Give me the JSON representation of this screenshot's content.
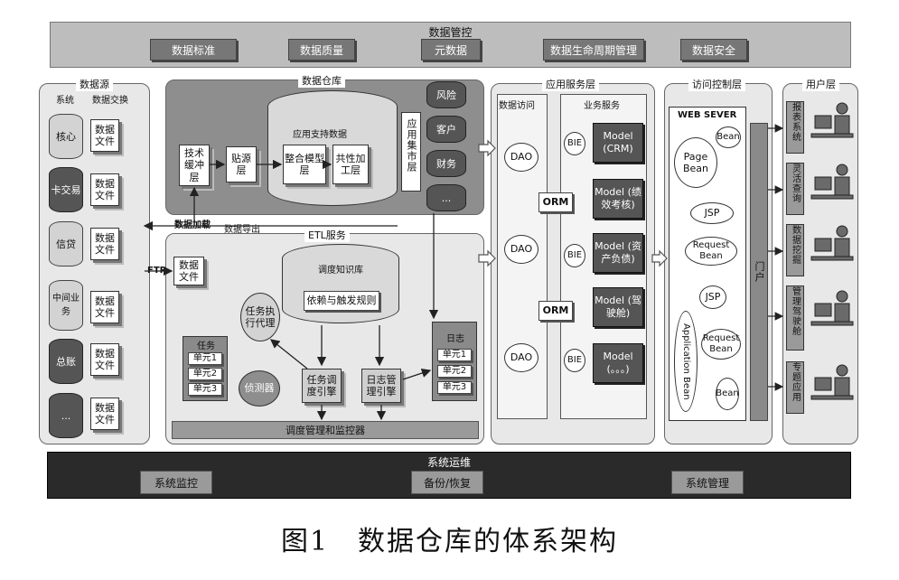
{
  "top_band": {
    "title": "数据管控",
    "items": [
      "数据标准",
      "数据质量",
      "元数据",
      "数据生命周期管理",
      "数据安全"
    ]
  },
  "source_layer": {
    "title": "数据源",
    "col_system": "系统",
    "col_exchange": "数据交换",
    "systems": [
      "核心",
      "卡交易",
      "信贷",
      "中间业务",
      "总账",
      "..."
    ],
    "file_label": "数据文件",
    "ftp": "FTP"
  },
  "warehouse": {
    "title": "数据仓库",
    "buffer": "技术缓冲层",
    "source_layer": "贴源层",
    "app_support": "应用支持数据",
    "integration": "整合模型层",
    "common_proc": "共性加工层",
    "mart_label": "应用集市层",
    "marts": [
      "风险",
      "客户",
      "财务",
      "..."
    ],
    "load_label": "数据加载",
    "export_label": "数据导出"
  },
  "etl": {
    "title": "ETL服务",
    "knowledge_base": "调度知识库",
    "rules": "依赖与触发规则",
    "data_file": "数据文件",
    "task_agent": "任务执行代理",
    "task": {
      "title": "任务",
      "units": [
        "单元1",
        "单元2",
        "单元3"
      ]
    },
    "log": {
      "title": "日志",
      "units": [
        "单元1",
        "单元2",
        "单元3"
      ]
    },
    "detector": "侦测器",
    "sched_engine": "任务调度引擎",
    "log_engine": "日志管理引擎",
    "monitor": "调度管理和监控器"
  },
  "app_service": {
    "title": "应用服务层",
    "data_access": "数据访问",
    "business": "业务服务",
    "dao": [
      "DAO",
      "DAO",
      "DAO"
    ],
    "orm": [
      "ORM",
      "ORM"
    ],
    "bie": [
      "BIE",
      "BIE",
      "BIE",
      "BIE"
    ],
    "models": [
      "Model (CRM)",
      "Model (绩效考核)",
      "Model (资产负债)",
      "Model (驾驶舱)",
      "Model (。。。)"
    ]
  },
  "access_control": {
    "title": "访问控制层",
    "server": "WEB SEVER",
    "page_bean": "Page Bean",
    "bean1": "Bean",
    "jsp1": "JSP",
    "request_bean1": "Request Bean",
    "jsp2": "JSP",
    "application_bean": "Application Bean",
    "request_bean2": "Request Bean",
    "bean2": "Bean",
    "portal": "门户"
  },
  "user_layer": {
    "title": "用户层",
    "apps": [
      "报表系统",
      "灵活查询",
      "数据挖掘",
      "管理驾驶舱",
      "专题应用"
    ]
  },
  "ops_band": {
    "title": "系统运维",
    "items": [
      "系统监控",
      "备份/恢复",
      "系统管理"
    ]
  },
  "caption": "图1　数据仓库的体系架构"
}
